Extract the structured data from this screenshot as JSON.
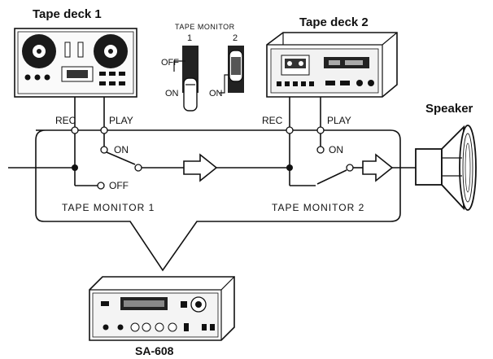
{
  "devices": {
    "tape_deck_1": "Tape deck 1",
    "tape_deck_2": "Tape deck 2",
    "speaker": "Speaker",
    "amplifier": "SA-608"
  },
  "tape_monitor_switch": {
    "title": "TAPE MONITOR",
    "switch_1": "1",
    "switch_2": "2",
    "off_label": "OFF",
    "on_label_1": "ON",
    "on_label_2": "ON"
  },
  "circuit": {
    "rec_1": "REC",
    "play_1": "PLAY",
    "rec_2": "REC",
    "play_2": "PLAY",
    "on_1": "ON",
    "off_1": "OFF",
    "on_2": "ON",
    "monitor_1": "TAPE MONITOR 1",
    "monitor_2": "TAPE MONITOR 2"
  }
}
